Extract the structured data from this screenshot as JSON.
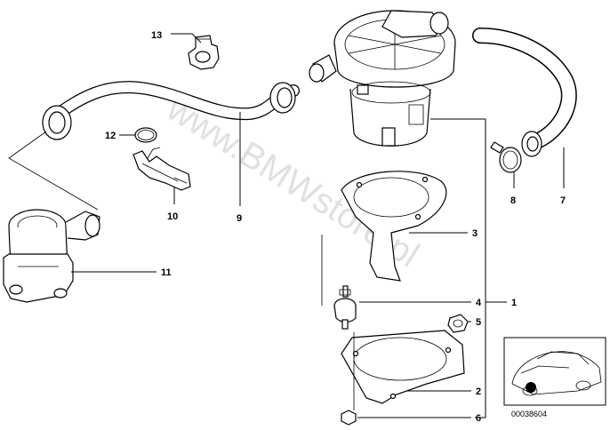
{
  "watermark": "www.BMWstore.pl",
  "reference_number": "00038604",
  "labels": {
    "l1": "1",
    "l2": "2",
    "l3": "3",
    "l4": "4",
    "l5": "5",
    "l6": "6",
    "l7": "7",
    "l8": "8",
    "l9": "9",
    "l10": "10",
    "l11": "11",
    "l12": "12",
    "l13": "13"
  }
}
